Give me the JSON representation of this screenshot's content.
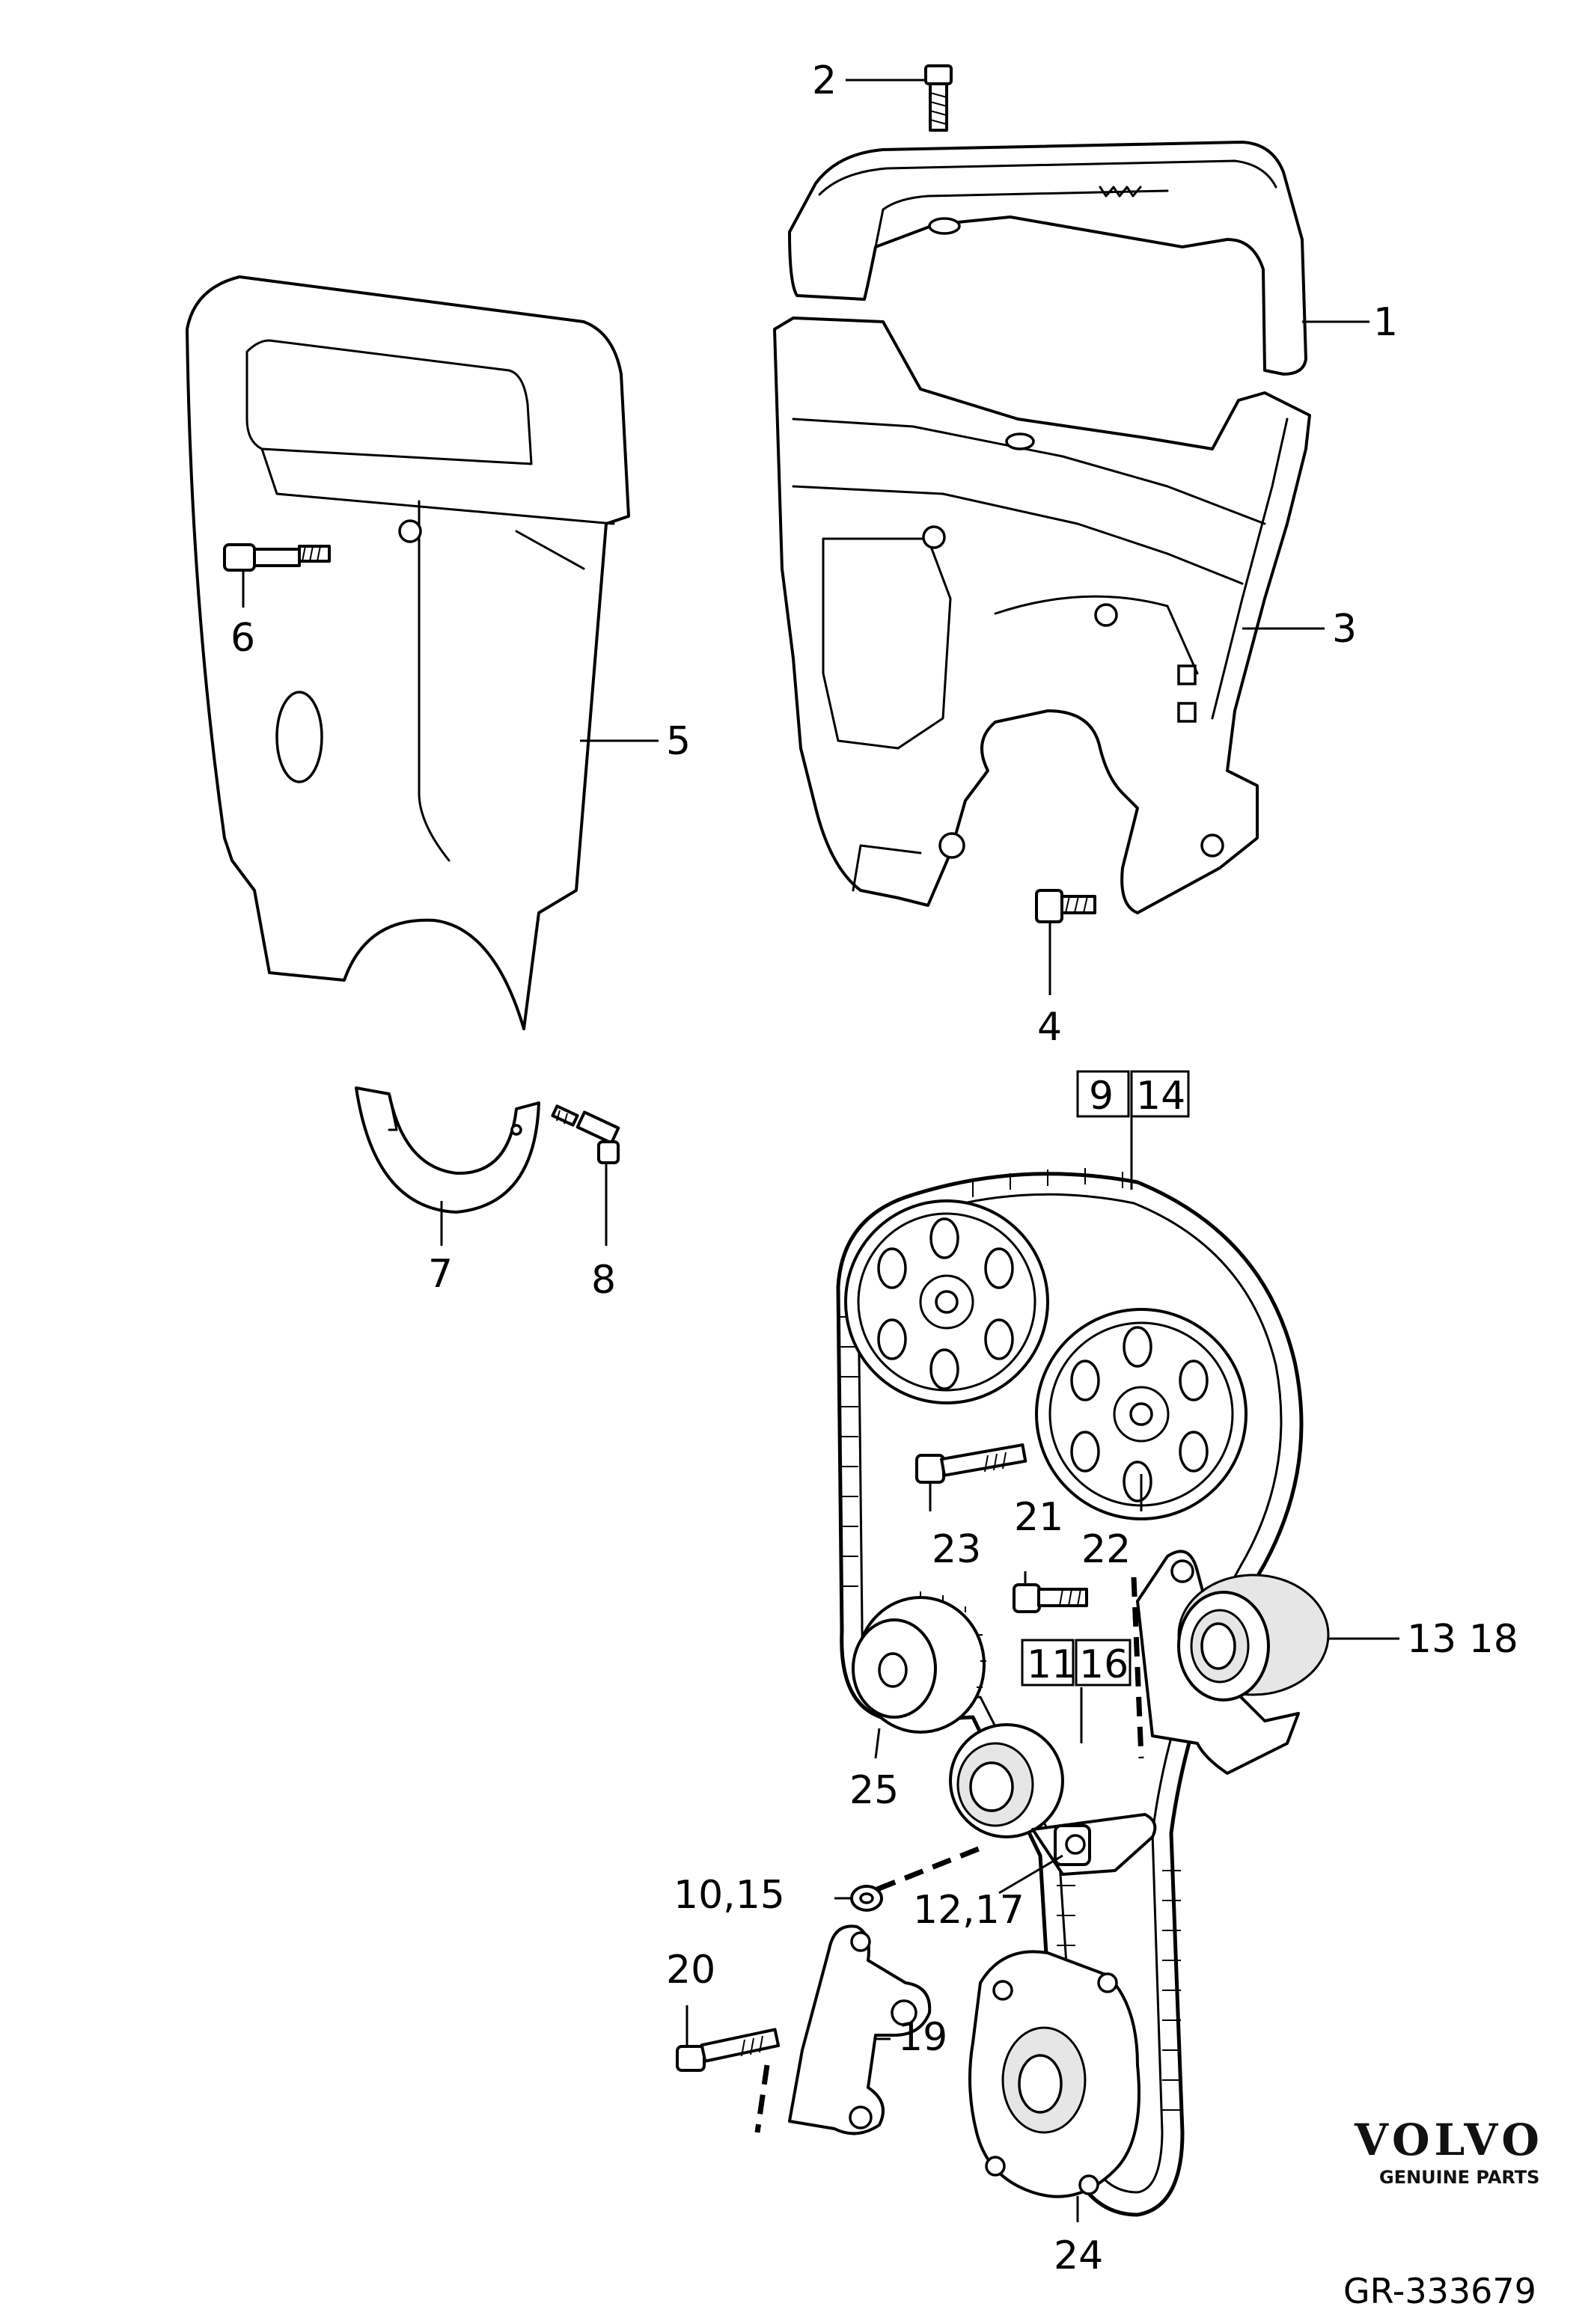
{
  "diagram": {
    "callouts": {
      "c1": "1",
      "c2": "2",
      "c3": "3",
      "c4": "4",
      "c5": "5",
      "c6": "6",
      "c7": "7",
      "c8": "8",
      "c9": "9",
      "c14": "14",
      "c13_18": "13  18",
      "c11": "11",
      "c16": "16",
      "c10_15": "10,15",
      "c12_17": "12,17",
      "c19": "19",
      "c20": "20",
      "c21": "21",
      "c22": "22",
      "c23": "23",
      "c24": "24",
      "c25": "25"
    },
    "brand": {
      "logo": "VOLVO",
      "subtitle": "GENUINE PARTS"
    },
    "reference_number": "GR-333679"
  }
}
